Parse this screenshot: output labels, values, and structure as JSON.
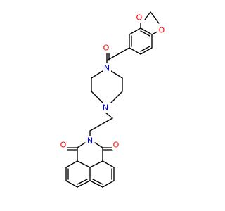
{
  "molecule": {
    "atom_colors": {
      "O": "#ff0000",
      "N": "#0000ff"
    },
    "atoms": [
      {
        "id": "O_ket",
        "el": "O",
        "label": "O"
      },
      {
        "id": "O_d1",
        "el": "O",
        "label": "O"
      },
      {
        "id": "O_d2",
        "el": "O",
        "label": "O"
      },
      {
        "id": "N_pip_top",
        "el": "N",
        "label": "N"
      },
      {
        "id": "N_pip_bot",
        "el": "N",
        "label": "N"
      },
      {
        "id": "N_imide",
        "el": "N",
        "label": "N"
      },
      {
        "id": "O_imide_left",
        "el": "O",
        "label": "O"
      },
      {
        "id": "O_imide_right",
        "el": "O",
        "label": "O"
      }
    ]
  }
}
